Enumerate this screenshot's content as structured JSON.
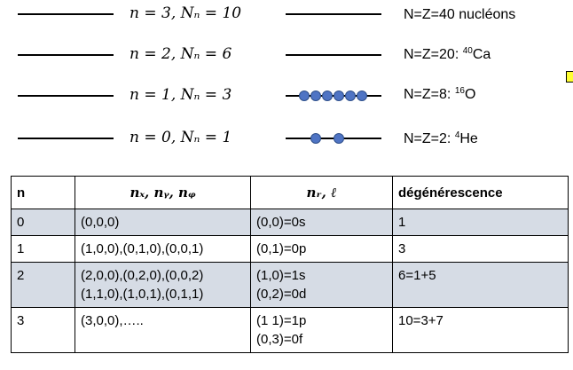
{
  "levels": [
    {
      "label": "n = 3, Nₙ = 10",
      "nucleus": "N=Z=40 nucléons",
      "mass": "",
      "dots": 0
    },
    {
      "label": "n = 2, Nₙ = 6",
      "nucleus_prefix": "N=Z=20: ",
      "mass": "40",
      "element": "Ca",
      "dots": 0
    },
    {
      "label": "n = 1, Nₙ = 3",
      "nucleus_prefix": "N=Z=8: ",
      "mass": "16",
      "element": "O",
      "dots": 6
    },
    {
      "label": "n = 0, Nₙ = 1",
      "nucleus_prefix": "N=Z=2: ",
      "mass": "4",
      "element": "He",
      "dots": 2
    }
  ],
  "table": {
    "headers": [
      "n",
      "nₓ, nᵧ, nᵩ",
      "nᵣ, ℓ",
      "dégénérescence"
    ],
    "rows": [
      {
        "n": "0",
        "cart": [
          "(0,0,0)"
        ],
        "sph": [
          "(0,0)=0s"
        ],
        "deg": "1"
      },
      {
        "n": "1",
        "cart": [
          "(1,0,0),(0,1,0),(0,0,1)"
        ],
        "sph": [
          "(0,1)=0p"
        ],
        "deg": "3"
      },
      {
        "n": "2",
        "cart": [
          "(2,0,0),(0,2,0),(0,0,2)",
          "(1,1,0),(1,0,1),(0,1,1)"
        ],
        "sph": [
          "(1,0)=1s",
          "(0,2)=0d"
        ],
        "deg": "6=1+5"
      },
      {
        "n": "3",
        "cart": [
          "(3,0,0),….."
        ],
        "sph": [
          "(1 1)=1p",
          "(0,3)=0f"
        ],
        "deg": "10=3+7"
      }
    ]
  }
}
